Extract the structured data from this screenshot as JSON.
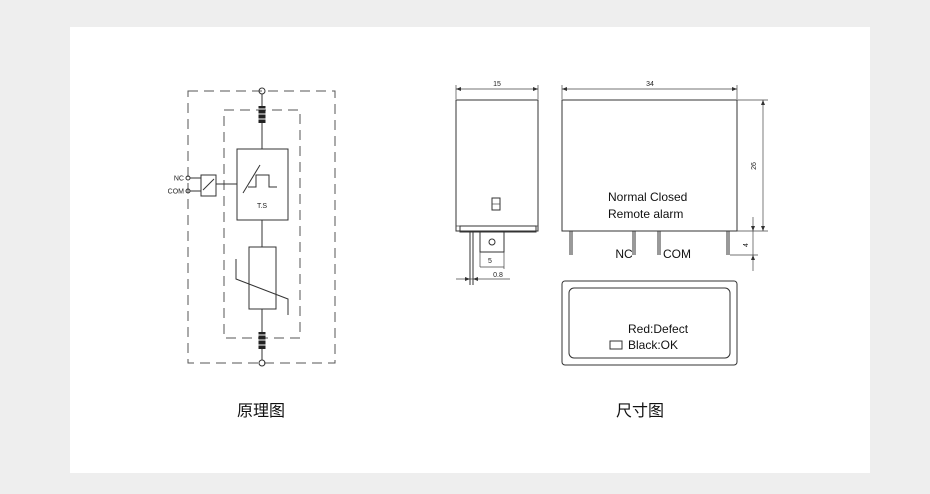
{
  "schematic": {
    "nc_label": "NC",
    "com_label": "COM",
    "ts_label": "T.S",
    "caption": "原理图"
  },
  "dimensions": {
    "width_front": "15",
    "width_side": "34",
    "height": "26",
    "pin_length": "4",
    "pin_pitch": "5",
    "pin_thickness": "0.8",
    "contact_line1": "Normal Closed",
    "contact_line2": "Remote alarm",
    "pin_nc": "NC",
    "pin_com": "COM",
    "indicator_line1": "Red:Defect",
    "indicator_line2": "Black:OK",
    "caption": "尺寸图"
  },
  "colors": {
    "page_background": "#eeeeee",
    "card_background": "#ffffff",
    "line": "#333333"
  }
}
